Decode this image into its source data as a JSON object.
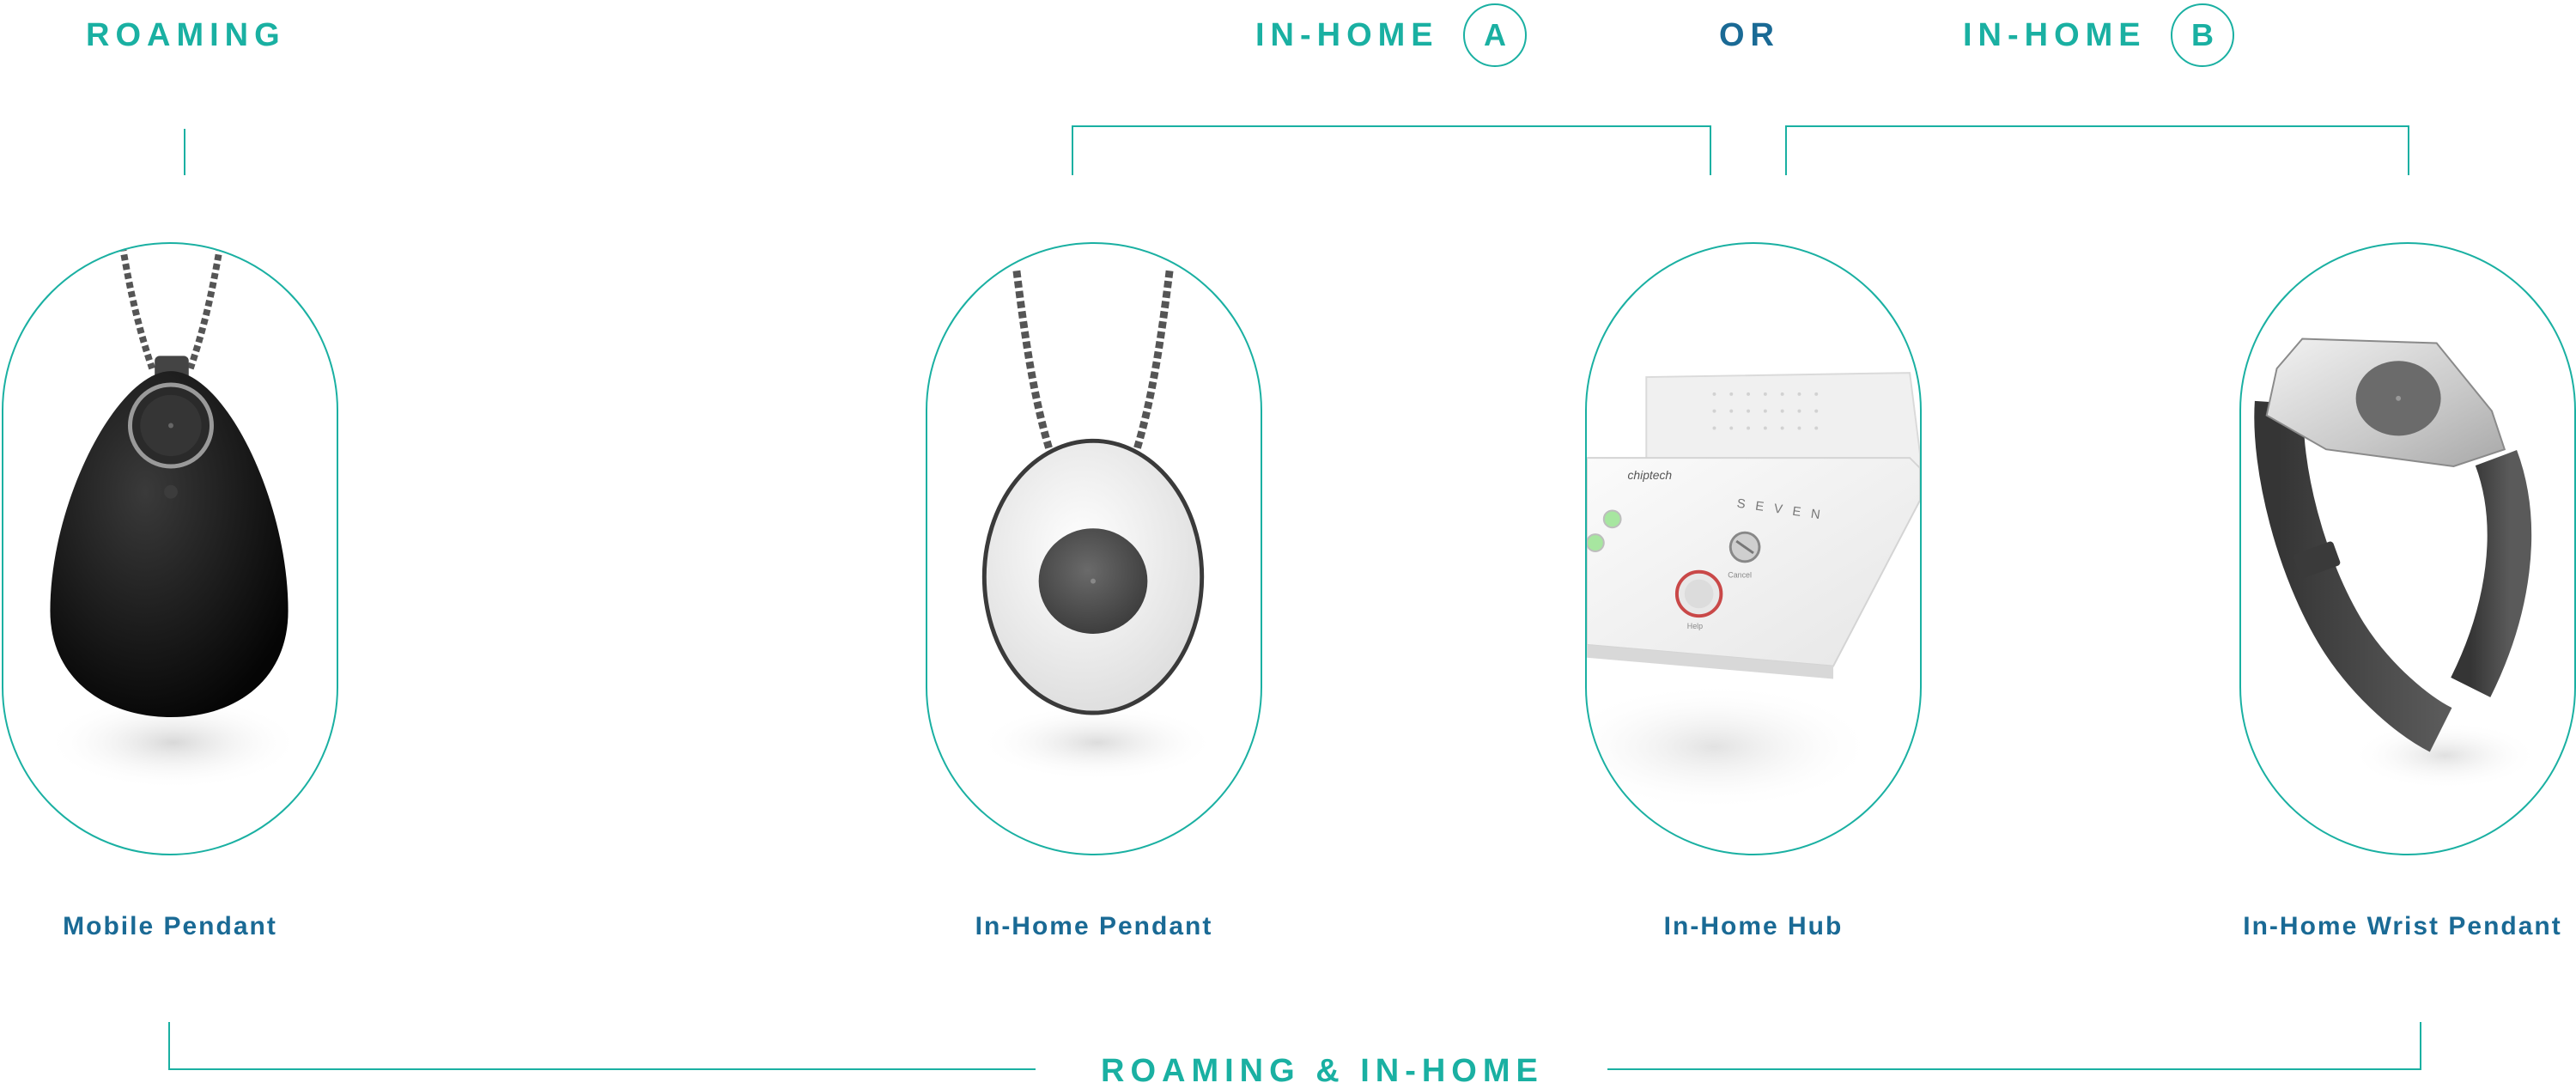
{
  "headers": {
    "roaming": "ROAMING",
    "in_home_a": "IN-HOME",
    "badge_a": "A",
    "or": "OR",
    "in_home_b": "IN-HOME",
    "badge_b": "B",
    "roaming_in_home": "ROAMING & IN-HOME"
  },
  "devices": [
    {
      "label": "Mobile Pendant",
      "icon": "black-teardrop-pendant"
    },
    {
      "label": "In-Home Pendant",
      "icon": "white-oval-pendant"
    },
    {
      "label": "In-Home Hub",
      "icon": "white-base-station-hub",
      "brand": "chiptech",
      "model": "SEVEN",
      "button_cancel": "Cancel",
      "button_help": "Help"
    },
    {
      "label": "In-Home Wrist Pendant",
      "icon": "wrist-band-pendant"
    }
  ],
  "colors": {
    "teal": "#1ab0a2",
    "navy": "#1a6a95"
  }
}
